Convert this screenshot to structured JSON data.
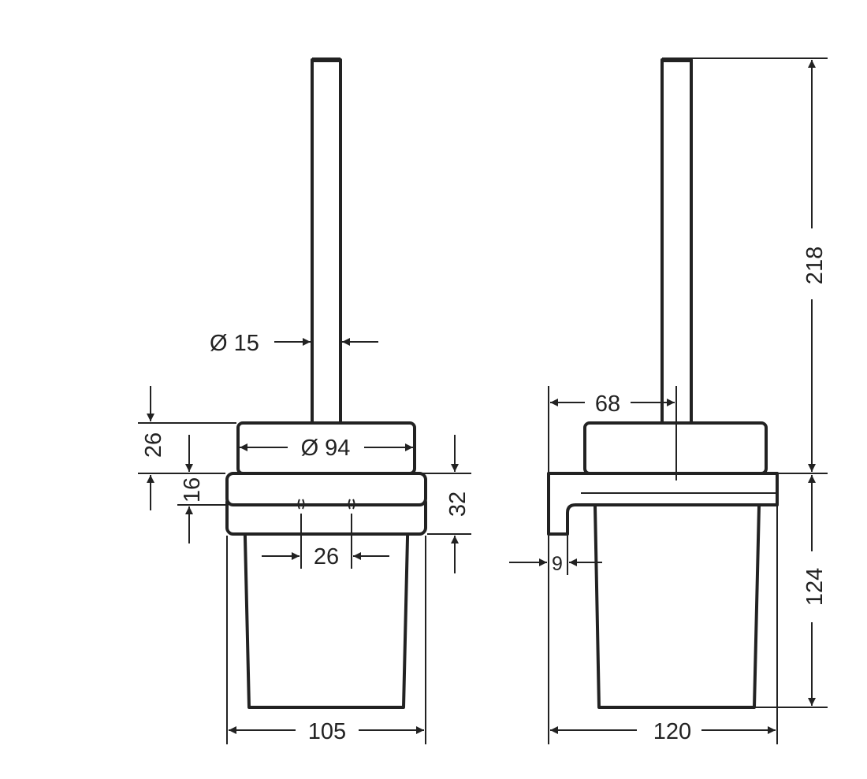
{
  "front_view": {
    "handle_diameter": "Ø 15",
    "lid_diameter": "Ø 94",
    "lid_height": "26",
    "rim_height": "16",
    "holder_height": "32",
    "hole_spacing": "26",
    "width": "105"
  },
  "side_view": {
    "offset": "68",
    "total_height_upper": "218",
    "lower_height": "124",
    "wall_plate": "9",
    "depth": "120"
  }
}
